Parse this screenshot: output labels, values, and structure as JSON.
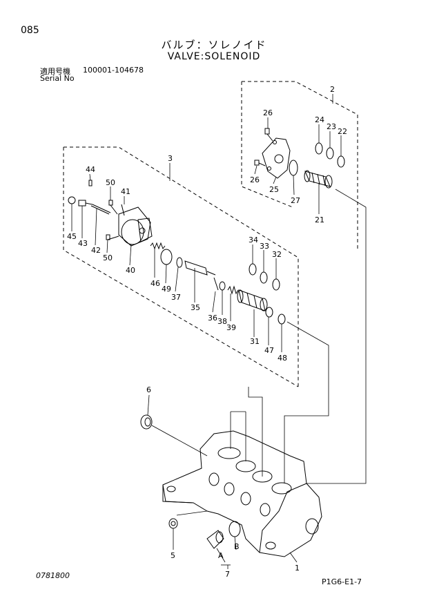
{
  "header": {
    "page_number": "085",
    "title_jp": "バルブ：ソレノイド",
    "title_en": "VALVE:SOLENOID",
    "serial_label_jp": "適用号機",
    "serial_range": "100001-104678",
    "serial_label_en": "Serial No"
  },
  "footer": {
    "left_code": "0781800",
    "right_code": "P1G6-E1-7"
  },
  "callouts": {
    "c1": "1",
    "c2": "2",
    "c3": "3",
    "c5": "5",
    "c6": "6",
    "c7": "7",
    "cA": "A",
    "cB": "B",
    "c21": "21",
    "c22": "22",
    "c23": "23",
    "c24": "24",
    "c25": "25",
    "c26a": "26",
    "c26b": "26",
    "c27": "27",
    "c31": "31",
    "c32": "32",
    "c33": "33",
    "c34": "34",
    "c35": "35",
    "c36": "36",
    "c37": "37",
    "c38": "38",
    "c39": "39",
    "c40": "40",
    "c41": "41",
    "c42": "42",
    "c43": "43",
    "c44": "44",
    "c45": "45",
    "c46": "46",
    "c47": "47",
    "c48": "48",
    "c49": "49",
    "c50a": "50",
    "c50b": "50"
  }
}
